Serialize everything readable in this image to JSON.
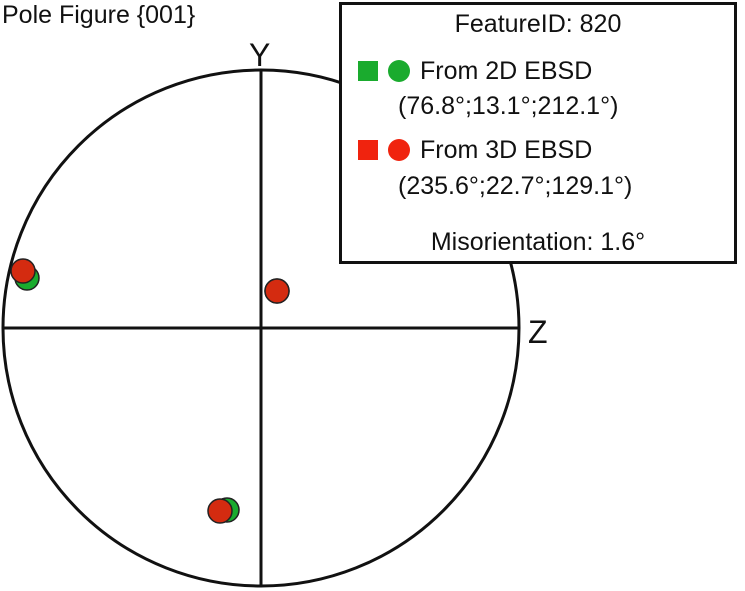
{
  "title": "Pole Figure {001}",
  "axes": {
    "y_label": "Y",
    "z_label": "Z"
  },
  "colors": {
    "series_2d": "#1aab2e",
    "series_3d": "#e8250f",
    "dot_3d_fill": "#d42b10",
    "line": "#111111"
  },
  "legend": {
    "feature_id": "FeatureID: 820",
    "series": [
      {
        "label": "From 2D EBSD",
        "angles": "(76.8°;13.1°;212.1°)",
        "color": "#1aab2e"
      },
      {
        "label": "From 3D EBSD",
        "angles": "(235.6°;22.7°;129.1°)",
        "color": "#e8250f"
      }
    ],
    "misorientation": "Misorientation: 1.6°"
  },
  "chart_data": {
    "type": "scatter",
    "title": "Pole Figure {001}",
    "projection": "stereographic pole figure, unit circle",
    "xlabel": "Z",
    "ylabel": "Y",
    "xlim": [
      -1,
      1
    ],
    "ylim": [
      -1,
      1
    ],
    "series": [
      {
        "name": "From 2D EBSD (76.8°;13.1°;212.1°)",
        "color": "green",
        "points": [
          {
            "x": -0.91,
            "y": 0.21
          },
          {
            "x": 0.06,
            "y": 0.14
          },
          {
            "x": -0.13,
            "y": -0.71
          }
        ]
      },
      {
        "name": "From 3D EBSD (235.6°;22.7°;129.1°)",
        "color": "red",
        "points": [
          {
            "x": -0.92,
            "y": 0.22
          },
          {
            "x": 0.06,
            "y": 0.14
          },
          {
            "x": -0.16,
            "y": -0.71
          }
        ]
      }
    ],
    "annotations": [
      "FeatureID: 820",
      "Misorientation: 1.6°"
    ]
  }
}
